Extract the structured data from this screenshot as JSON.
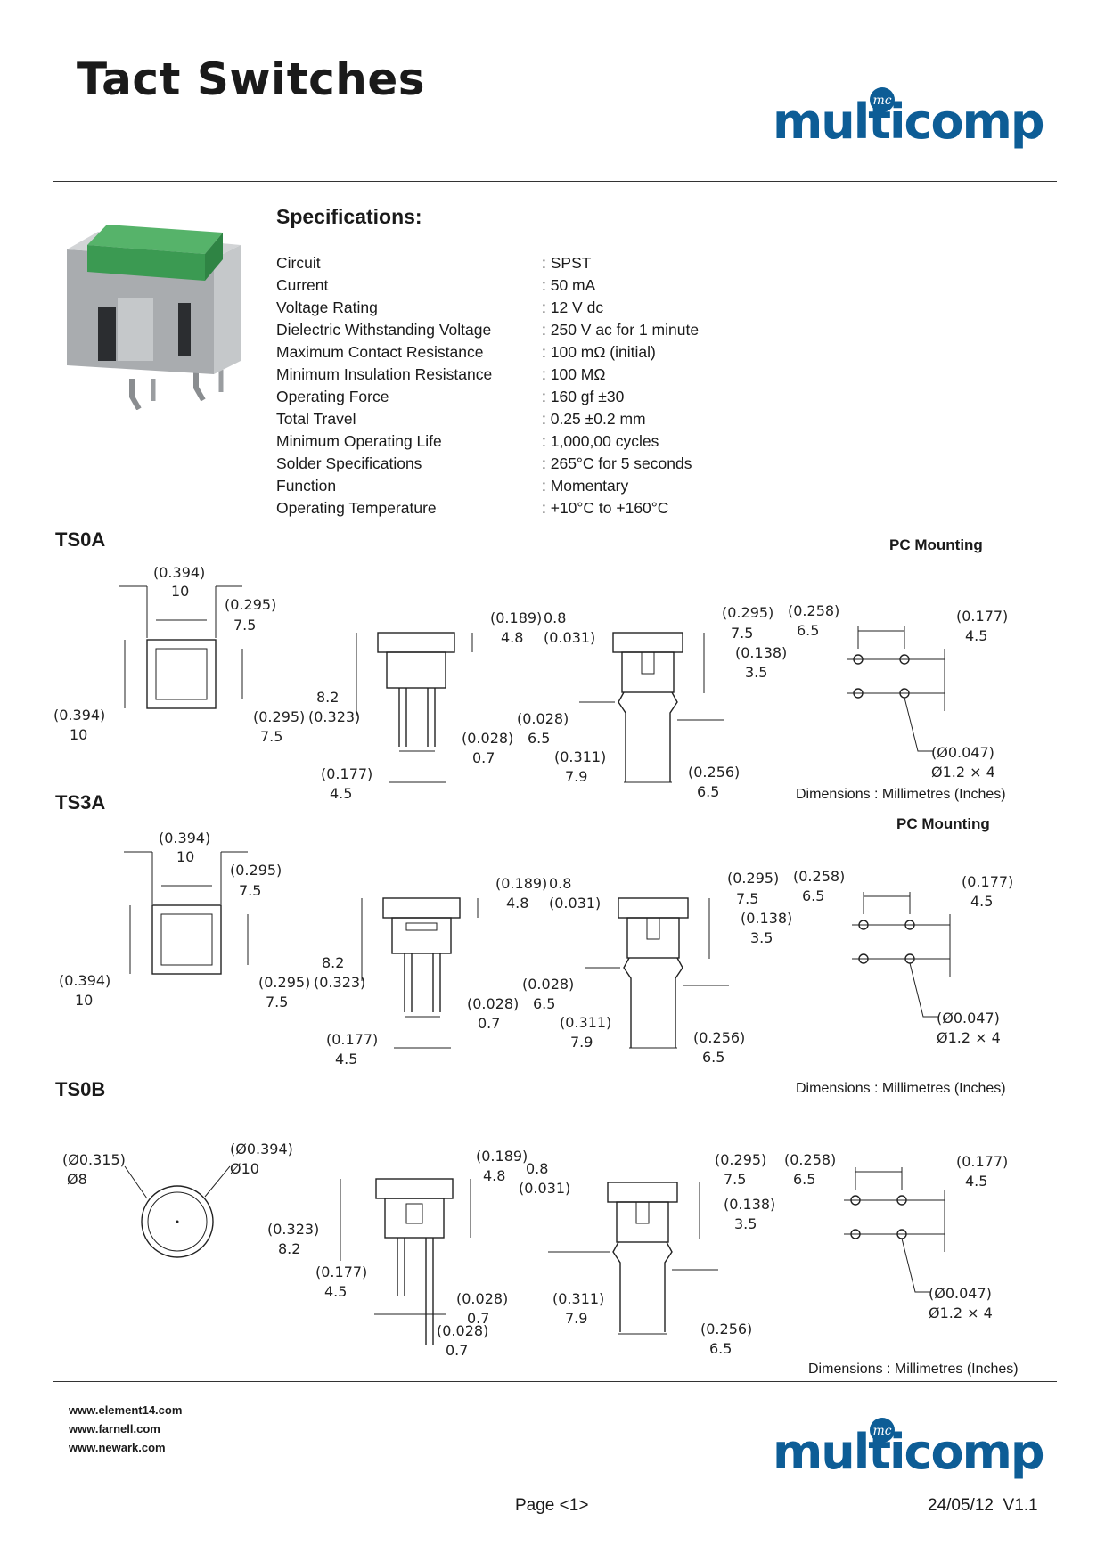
{
  "header": {
    "title": "Tact Switches",
    "logo": "multicomp",
    "logo_badge": "mc"
  },
  "specifications": {
    "heading": "Specifications:",
    "rows": [
      {
        "label": "Circuit",
        "value": ": SPST"
      },
      {
        "label": "Current",
        "value": ": 50 mA"
      },
      {
        "label": "Voltage Rating",
        "value": ": 12 V dc"
      },
      {
        "label": "Dielectric Withstanding Voltage",
        "value": ": 250 V ac for 1 minute"
      },
      {
        "label": "Maximum Contact Resistance",
        "value": ": 100 mΩ (initial)"
      },
      {
        "label": "Minimum Insulation Resistance",
        "value": ": 100 MΩ"
      },
      {
        "label": "Operating Force",
        "value": ": 160 gf ±30"
      },
      {
        "label": "Total Travel",
        "value": ": 0.25 ±0.2 mm"
      },
      {
        "label": "Minimum Operating Life",
        "value": ": 1,000,00 cycles"
      },
      {
        "label": "Solder Specifications",
        "value": ": 265°C for 5 seconds"
      },
      {
        "label": "Function",
        "value": ": Momentary"
      },
      {
        "label": "Operating Temperature",
        "value": ": +10°C to +160°C"
      }
    ]
  },
  "sections": {
    "ts0a": {
      "label": "TS0A",
      "mounting": "PC Mounting",
      "dim_note": "Dimensions : Millimetres (Inches)"
    },
    "ts3a": {
      "label": "TS3A",
      "mounting": "PC Mounting",
      "dim_note": "Dimensions : Millimetres (Inches)"
    },
    "ts0b": {
      "label": "TS0B",
      "dim_note": "Dimensions : Millimetres (Inches)"
    }
  },
  "dims_square": {
    "w_in": "(0.394)",
    "w_mm": "10",
    "in_in": "(0.295)",
    "in_mm": "7.5",
    "h_in": "(0.394)",
    "h_mm": "10",
    "ih_in": "(0.295)",
    "ih_mm": "7.5",
    "side_h_mm": "8.2",
    "side_h_in": "(0.323)",
    "top_in": "(0.189)",
    "top_mm": "4.8",
    "cap_mm": "0.8",
    "cap_in": "(0.031)",
    "pin_in": "(0.028)",
    "pin_mm": "0.7",
    "pitch_in": "(0.177)",
    "pitch_mm": "4.5",
    "body_in": "(0.295)",
    "body_mm": "7.5",
    "row_in": "(0.258)",
    "row_mm": "6.5",
    "lead_in": "(0.138)",
    "lead_mm": "3.5",
    "pin2_in": "(0.028)",
    "pin2_mm": "6.5",
    "span_in": "(0.311)",
    "span_mm": "7.9",
    "span2_in": "(0.256)",
    "span2_mm": "6.5",
    "pcb_in": "(0.177)",
    "pcb_mm": "4.5",
    "hole_in": "(Ø0.047)",
    "hole_mm": "Ø1.2 × 4"
  },
  "dims_round": {
    "inner_in": "(Ø0.315)",
    "inner_mm": "Ø8",
    "outer_in": "(Ø0.394)",
    "outer_mm": "Ø10",
    "h_in": "(0.323)",
    "h_mm": "8.2",
    "pitch_in": "(0.177)",
    "pitch_mm": "4.5",
    "pin_in": "(0.028)",
    "pin_mm": "0.7",
    "top_in": "(0.189)",
    "top_mm": "4.8",
    "cap_mm": "0.8",
    "cap_in": "(0.031)",
    "pin3_in": "(0.028)",
    "pin3_mm": "0.7",
    "body_in": "(0.295)",
    "body_mm": "7.5",
    "lead_in": "(0.138)",
    "lead_mm": "3.5",
    "span_in": "(0.311)",
    "span_mm": "7.9",
    "span2_in": "(0.256)",
    "span2_mm": "6.5",
    "row_in": "(0.258)",
    "row_mm": "6.5",
    "pcb_in": "(0.177)",
    "pcb_mm": "4.5",
    "hole_in": "(Ø0.047)",
    "hole_mm": "Ø1.2 × 4"
  },
  "footer": {
    "links": [
      "www.element14.com",
      "www.farnell.com",
      "www.newark.com"
    ],
    "page": "Page <1>",
    "date_version": "24/05/12  V1.1"
  },
  "colors": {
    "logo_blue": "#0d5d96",
    "switch_cap_green": "#3b9a52",
    "switch_body_grey": "#b9bcbf"
  }
}
